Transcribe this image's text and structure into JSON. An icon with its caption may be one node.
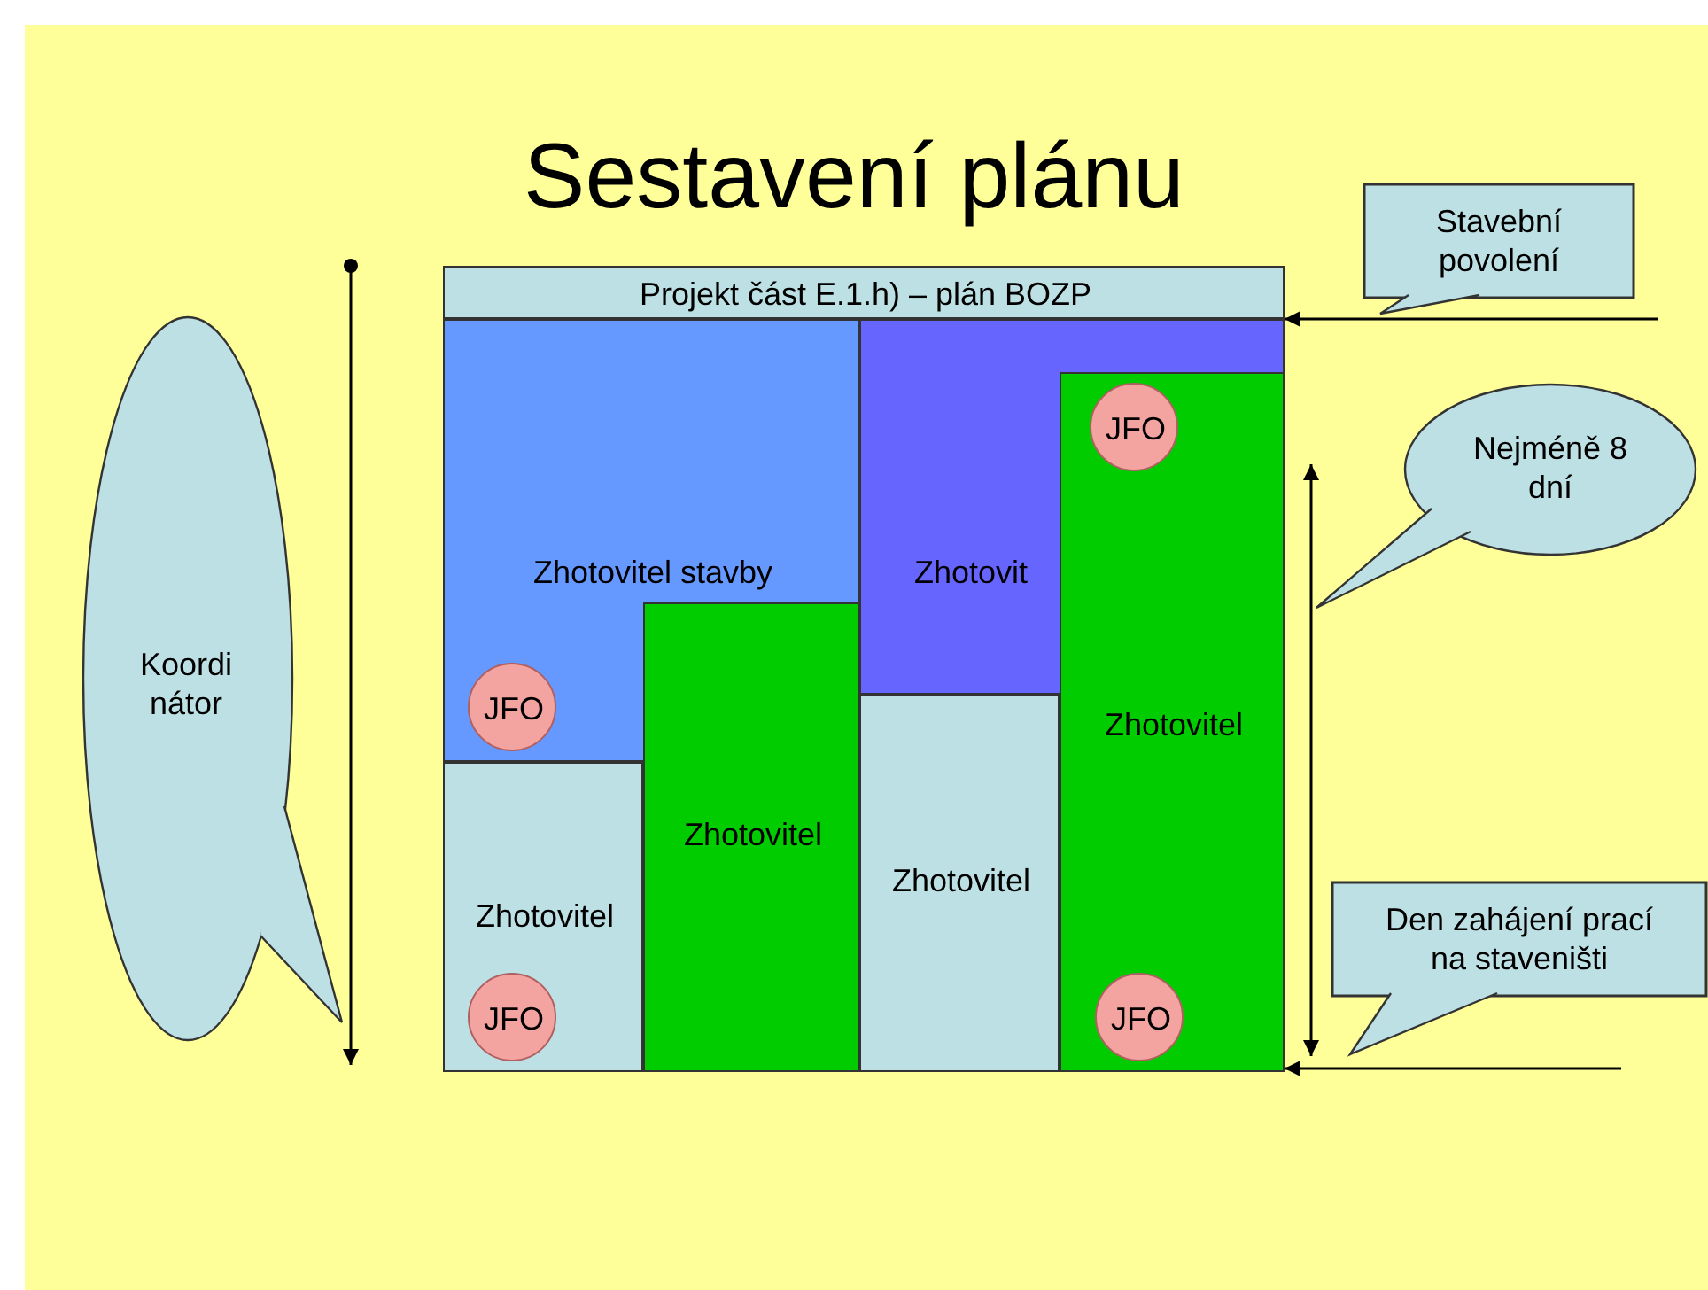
{
  "diagram": {
    "title": "Sestavení plánu",
    "nodes": [
      {
        "text": [
          "Projekt část E.1.h) – plán BOZP"
        ]
      },
      {
        "text": [
          "Zhotovitel stavby"
        ]
      },
      {
        "text": [
          "JFO"
        ],
        "in": 1
      },
      {
        "text": [
          "Zhotovit"
        ]
      },
      {
        "text": [
          "Zhotovitel"
        ]
      },
      {
        "text": [
          "JFO"
        ]
      },
      {
        "text": [
          "JFO"
        ],
        "in": 4
      },
      {
        "text": [
          "Zhotovitel"
        ]
      },
      {
        "text": [
          "JFO"
        ],
        "in": 7
      },
      {
        "text": [
          "Zhotovitel"
        ]
      },
      {
        "text": [
          "Zhotovitel"
        ]
      },
      {
        "text": [
          "Koordi nátor"
        ]
      },
      {
        "text": [
          "Stavební povolení"
        ]
      },
      {
        "text": [
          "Nejméně 8 dní"
        ]
      },
      {
        "text": [
          "Den zahájení prací na staveništi"
        ]
      }
    ],
    "edges": [
      {
        "from": null,
        "to": 3,
        "arrow": "to"
      },
      {
        "from": null,
        "to": 4,
        "arrow": "to"
      }
    ]
  }
}
